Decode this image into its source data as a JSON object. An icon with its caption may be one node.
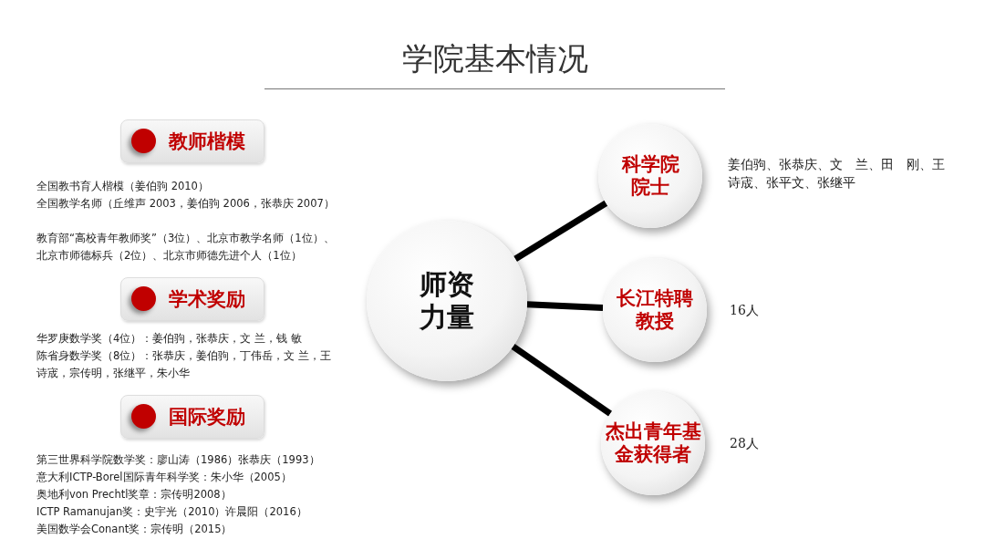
{
  "diagram": {
    "title": "学院基本情况",
    "nodes": [
      {
        "text": [
          "师资力量"
        ]
      },
      {
        "text": [
          "科学院院士"
        ],
        "beside": [
          "姜伯驹、张恭庆、文　兰、田　刚、王诗宬、张平文、张继平"
        ]
      },
      {
        "text": [
          "长江特聘教授"
        ],
        "beside": [
          "16人"
        ]
      },
      {
        "text": [
          "杰出青年基金获得者"
        ],
        "beside": [
          "28人"
        ]
      },
      {
        "text": [
          "教师楷模"
        ]
      },
      {
        "text": [
          "学术奖励"
        ]
      },
      {
        "text": [
          "国际奖励"
        ]
      }
    ],
    "edges": [
      {
        "from": 0,
        "to": 1,
        "arrow": "none"
      },
      {
        "from": 0,
        "to": 2,
        "arrow": "none"
      },
      {
        "from": 0,
        "to": 3,
        "arrow": "none"
      }
    ],
    "labels": [
      "全国教书育人楷模（姜伯驹  2010）",
      "全国教学名师（丘维声  2003，姜伯驹  2006，张恭庆  2007）",
      "教育部“高校青年教师奖”（3位）、北京市教学名师（1位）、北京市师德标兵（2位）、北京市师德先进个人（1位）",
      "华罗庚数学奖（4位）：姜伯驹，张恭庆，文 兰，钱 敏",
      "陈省身数学奖（8位）：张恭庆，姜伯驹，丁伟岳，文 兰，王诗宬，宗传明，张继平，朱小华",
      "第三世界科学院数学奖：廖山涛（1986）张恭庆（1993）",
      "意大利ICTP-Borel国际青年科学奖：朱小华（2005）",
      "奥地利von Prechtl奖章：宗传明2008）",
      "ICTP  Ramanujan奖：史宇光（2010）许晨阳（2016）",
      "美国数学会Conant奖：宗传明（2015）"
    ]
  }
}
